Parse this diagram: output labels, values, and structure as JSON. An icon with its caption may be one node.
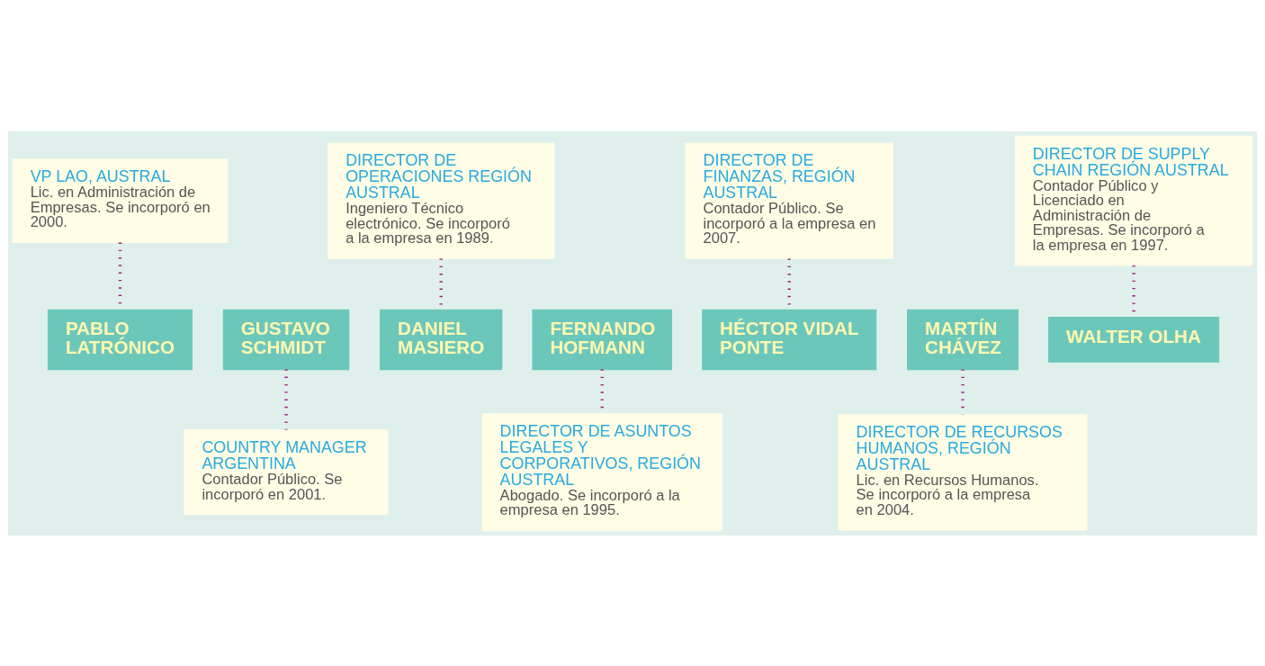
{
  "diagram": {
    "nodes": [
      {
        "text": [
          "VP LAO, AUSTRAL",
          "Lic. en Administración de Empresas. Se incorporó en 2000."
        ]
      },
      {
        "text": [
          "DIRECTOR DE OPERACIONES REGIÓN AUSTRAL",
          "Ingeniero Técnico electrónico. Se incorporó a la empresa en 1989."
        ]
      },
      {
        "text": [
          "DIRECTOR DE FINANZAS, REGIÓN AUSTRAL",
          "Contador Público. Se incorporó a la empresa en 2007."
        ]
      },
      {
        "text": [
          "DIRECTOR DE SUPPLY CHAIN REGIÓN AUSTRAL",
          "Contador Público y Licenciado en Administración de Empresas. Se incorporó a la empresa en 1997."
        ]
      },
      {
        "text": [
          "PABLO LATRÓNICO"
        ]
      },
      {
        "text": [
          "GUSTAVO SCHMIDT"
        ]
      },
      {
        "text": [
          "DANIEL MASIERO"
        ]
      },
      {
        "text": [
          "FERNANDO HOFMANN"
        ]
      },
      {
        "text": [
          "HÉCTOR VIDAL PONTE"
        ]
      },
      {
        "text": [
          "MARTÍN CHÁVEZ"
        ]
      },
      {
        "text": [
          "WALTER OLHA"
        ]
      },
      {
        "text": [
          "COUNTRY MANAGER ARGENTINA",
          "Contador Público. Se incorporó en 2001."
        ]
      },
      {
        "text": [
          "DIRECTOR DE ASUNTOS LEGALES Y CORPORATIVOS, REGIÓN AUSTRAL",
          "Abogado. Se incorporó a la empresa en 1995."
        ]
      },
      {
        "text": [
          "DIRECTOR DE RECURSOS HUMANOS, REGIÓN AUSTRAL",
          "Lic. en Recursos Humanos. Se incorporó a la empresa en 2004."
        ]
      }
    ],
    "edges": [
      {
        "from": 0,
        "to": 4,
        "arrow": "none"
      },
      {
        "from": 1,
        "to": 6,
        "arrow": "none"
      },
      {
        "from": 2,
        "to": 8,
        "arrow": "none"
      },
      {
        "from": 3,
        "to": 10,
        "arrow": "none"
      },
      {
        "from": 5,
        "to": 11,
        "arrow": "none"
      },
      {
        "from": 7,
        "to": 12,
        "arrow": "none"
      },
      {
        "from": 9,
        "to": 13,
        "arrow": "none"
      }
    ]
  }
}
